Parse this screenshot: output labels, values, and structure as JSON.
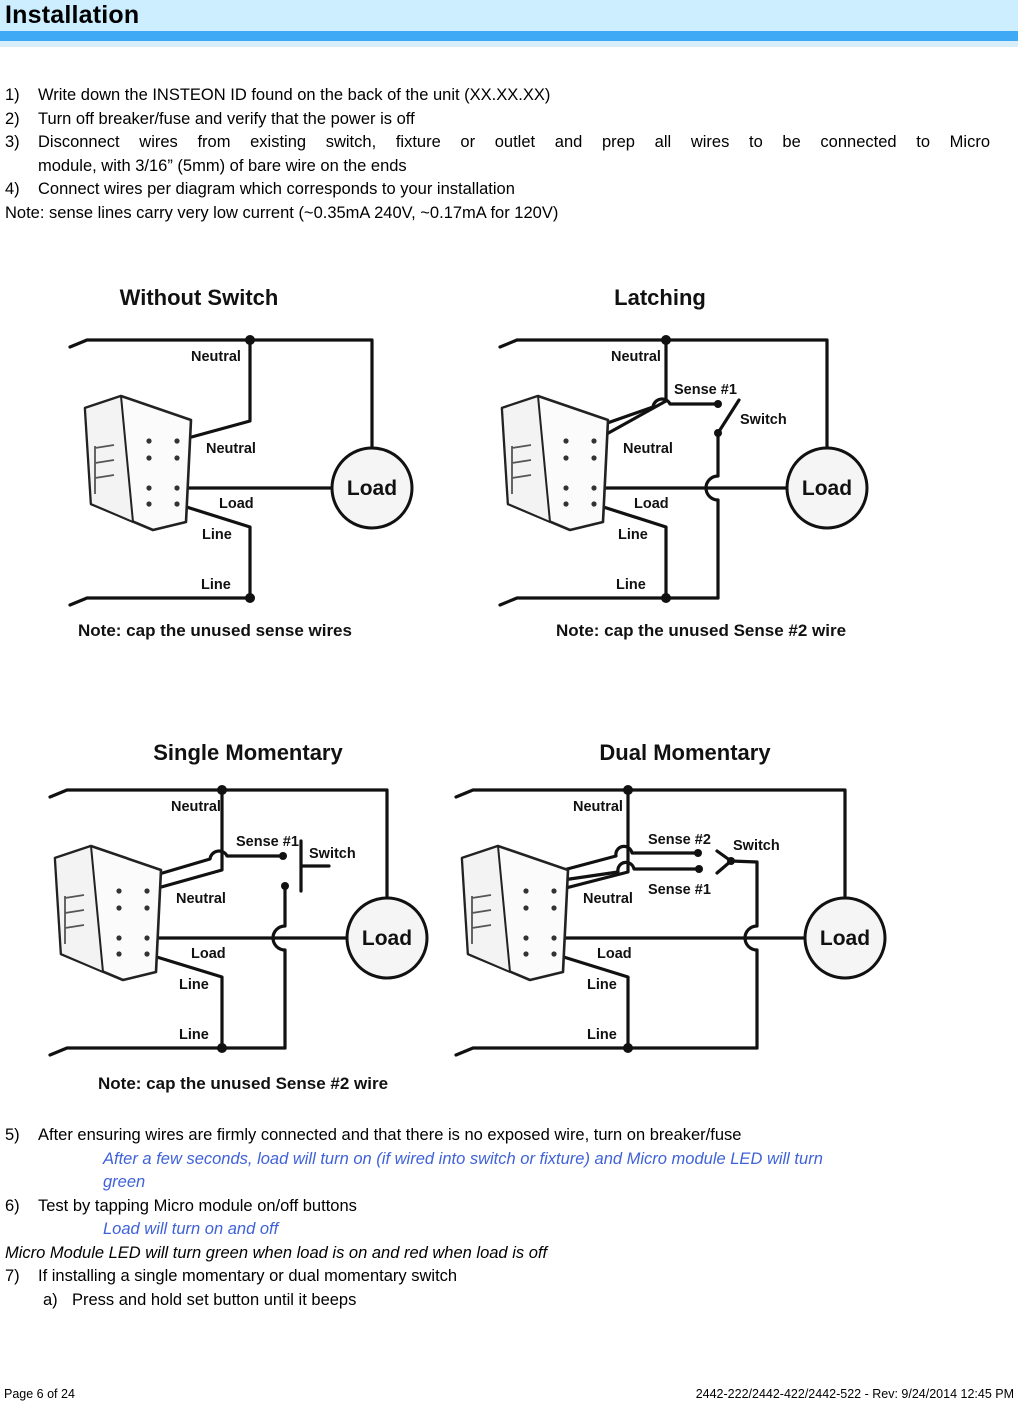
{
  "page": {
    "title": "Installation",
    "colors": {
      "header_band": "#cdeeff",
      "header_stripe": "#3fa9f5",
      "header_band_light": "#d9eefb",
      "emphasis_blue": "#3f62d8"
    }
  },
  "steps_top": [
    {
      "num": "1)",
      "text": "Write down the INSTEON ID found on the back of the unit (XX.XX.XX)"
    },
    {
      "num": "2)",
      "text": "Turn off breaker/fuse and verify that the power is off"
    },
    {
      "num": "3)",
      "line1": "Disconnect wires from existing switch, fixture or outlet and prep all wires to be connected to Micro",
      "line2": "module, with 3/16” (5mm) of bare wire on the ends"
    },
    {
      "num": "4)",
      "text": "Connect wires per diagram which corresponds to your installation"
    }
  ],
  "note_top": "Note: sense lines carry very low current (~0.35mA 240V, ~0.17mA for 120V)",
  "diagrams": {
    "without_switch": {
      "title": "Without Switch",
      "labels": {
        "neutral_top": "Neutral",
        "neutral_module": "Neutral",
        "load": "Load",
        "line1": "Line",
        "line2": "Line",
        "load_circle": "Load"
      },
      "note": "Note: cap the unused sense wires"
    },
    "latching": {
      "title": "Latching",
      "labels": {
        "neutral_top": "Neutral",
        "sense1": "Sense #1",
        "switch": "Switch",
        "neutral_module": "Neutral",
        "load": "Load",
        "line1": "Line",
        "line2": "Line",
        "load_circle": "Load"
      },
      "note": "Note: cap the unused Sense #2 wire"
    },
    "single_momentary": {
      "title": "Single Momentary",
      "labels": {
        "neutral_top": "Neutral",
        "sense1": "Sense #1",
        "switch": "Switch",
        "neutral_module": "Neutral",
        "load": "Load",
        "line1": "Line",
        "line2": "Line",
        "load_circle": "Load"
      },
      "note": "Note: cap the unused Sense #2 wire"
    },
    "dual_momentary": {
      "title": "Dual Momentary",
      "labels": {
        "neutral_top": "Neutral",
        "sense2": "Sense #2",
        "sense1": "Sense #1",
        "switch": "Switch",
        "neutral_module": "Neutral",
        "load": "Load",
        "line1": "Line",
        "line2": "Line",
        "load_circle": "Load"
      }
    }
  },
  "steps_bottom": {
    "step5": {
      "num": "5)",
      "text": "After ensuring wires are firmly connected and that there is no exposed wire, turn on breaker/fuse"
    },
    "step5_sub_lines": [
      "After a few seconds, load will turn on (if wired into switch or fixture) and Micro module LED will turn",
      "green"
    ],
    "step6": {
      "num": "6)",
      "text": "Test by tapping Micro module on/off buttons"
    },
    "step6_sub": "Load will turn on and off",
    "led_note": "Micro Module LED will turn green when load is on and red when load is off",
    "step7": {
      "num": "7)",
      "text": "If installing a single momentary or dual momentary switch"
    },
    "step7a": {
      "num": "a)",
      "text": "Press and hold set button until it beeps"
    }
  },
  "footer": {
    "left": "Page 6 of 24",
    "right": "2442-222/2442-422/2442-522 - Rev: 9/24/2014 12:45 PM"
  }
}
